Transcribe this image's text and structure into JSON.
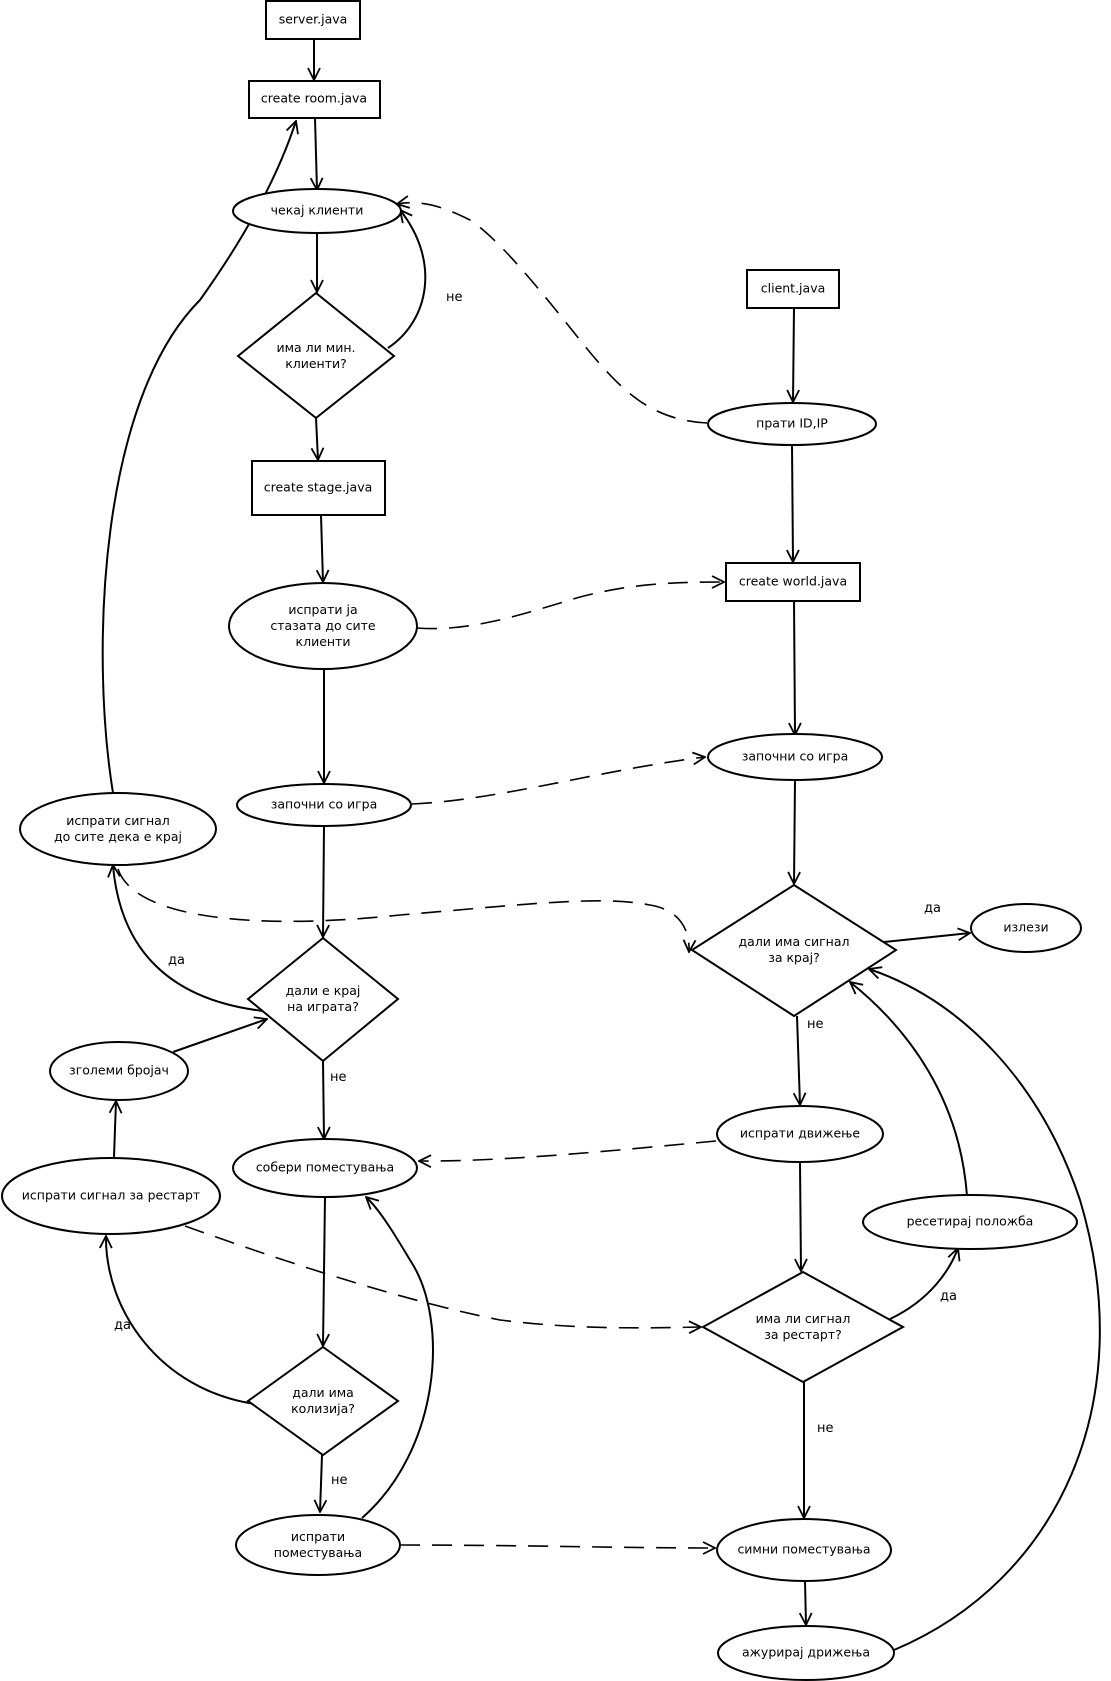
{
  "nodes": {
    "server_java": [
      "server.java"
    ],
    "create_room": [
      "create room.java"
    ],
    "wait_clients": [
      "чекај клиенти"
    ],
    "min_clients": [
      "има ли мин.",
      "клиенти?"
    ],
    "create_stage": [
      "create stage.java"
    ],
    "send_track": [
      "испрати ја",
      "стазата до сите",
      "клиенти"
    ],
    "start_game_server": [
      "започни со игра"
    ],
    "is_game_end": [
      "дали е крај",
      "на играта?"
    ],
    "send_end_signal": [
      "испрати сигнал",
      "до сите дека е крај"
    ],
    "increase_counter": [
      "зголеми бројач"
    ],
    "collect_moves": [
      "собери поместувања"
    ],
    "send_restart_signal": [
      "испрати сигнал за рестарт"
    ],
    "is_collision": [
      "дали има",
      "колизија?"
    ],
    "send_moves": [
      "испрати",
      "поместувања"
    ],
    "client_java": [
      "client.java"
    ],
    "send_id_ip": [
      "прати ID,IP"
    ],
    "create_world": [
      "create world.java"
    ],
    "start_game_client": [
      "започни со игра"
    ],
    "has_end_signal": [
      "дали има сигнал",
      "за крај?"
    ],
    "exit": [
      "излези"
    ],
    "send_movement": [
      "испрати движење"
    ],
    "reset_position": [
      "ресетирај положба"
    ],
    "has_restart_signal": [
      "има ли сигнал",
      "за рестарт?"
    ],
    "download_moves": [
      "симни поместувања"
    ],
    "update_movements": [
      "ажурирај дрижења"
    ]
  },
  "edge_labels": {
    "min_no": "не",
    "end_yes": "да",
    "end_no": "не",
    "collision_yes": "да",
    "collision_no": "не",
    "end_signal_yes": "да",
    "end_signal_no": "не",
    "restart_yes": "да",
    "restart_no": "не"
  }
}
